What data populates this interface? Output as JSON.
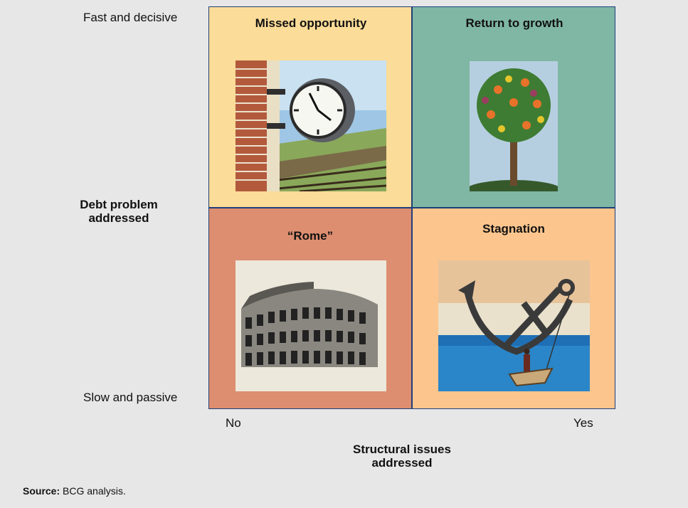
{
  "y_axis": {
    "top_label": "Fast and decisive",
    "title": "Debt problem addressed",
    "bottom_label": "Slow and passive"
  },
  "x_axis": {
    "left_label": "No",
    "right_label": "Yes",
    "title": "Structural issues addressed"
  },
  "quadrants": {
    "top_left": {
      "title": "Missed opportunity",
      "color": "#fbdc98",
      "illustration": "clock-on-brick-wall-over-railway-tracks"
    },
    "top_right": {
      "title": "Return to growth",
      "color": "#7fb7a4",
      "illustration": "fruit-tree"
    },
    "bottom_left": {
      "title": "“Rome”",
      "color": "#dd8e70",
      "illustration": "colosseum"
    },
    "bottom_right": {
      "title": "Stagnation",
      "color": "#fbc58d",
      "illustration": "anchor-over-sea-with-boat"
    }
  },
  "source": {
    "prefix": "Source:",
    "text": " BCG analysis."
  },
  "colors": {
    "border": "#1f3f7a",
    "background": "#e7e7e8"
  }
}
